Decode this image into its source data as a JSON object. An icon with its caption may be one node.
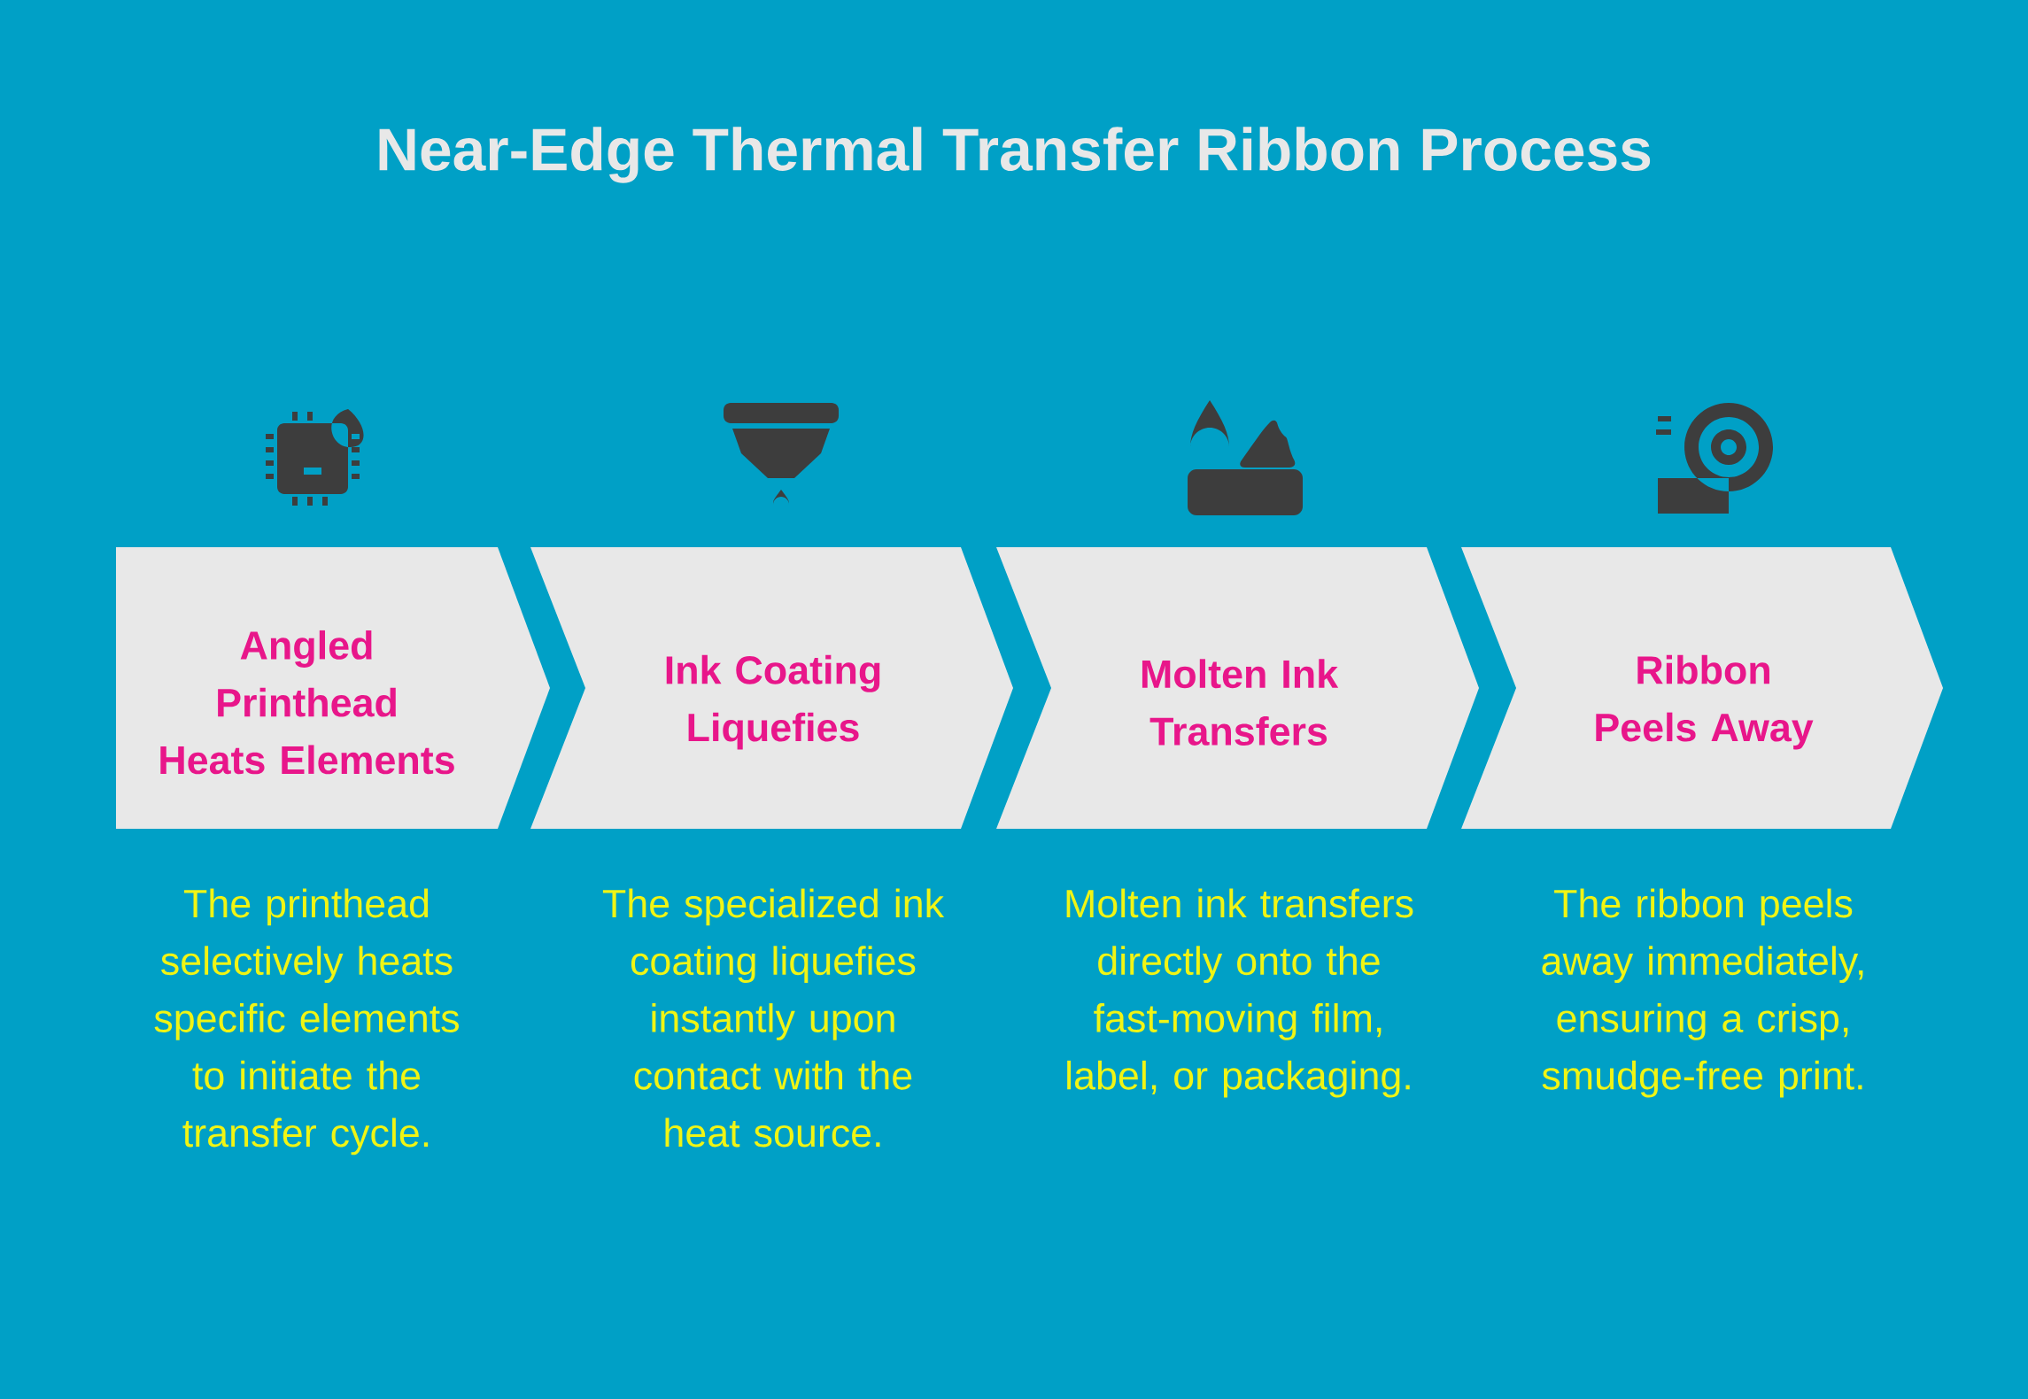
{
  "diagram": {
    "title": "Near-Edge Thermal Transfer Ribbon Process",
    "nodes": [
      {
        "text": [
          "Angled Printhead Heats Elements"
        ],
        "beside": [
          "The printhead selectively heats specific elements to initiate the transfer cycle."
        ]
      },
      {
        "text": [
          "Ink Coating Liquefies"
        ],
        "beside": [
          "The specialized ink coating liquefies instantly upon contact with the heat source."
        ]
      },
      {
        "text": [
          "Molten Ink Transfers"
        ],
        "beside": [
          "Molten ink transfers directly onto the fast-moving film, label, or packaging."
        ]
      },
      {
        "text": [
          "Ribbon Peels Away"
        ],
        "beside": [
          "The ribbon peels away immediately, ensuring a crisp, smudge-free print."
        ]
      }
    ]
  }
}
